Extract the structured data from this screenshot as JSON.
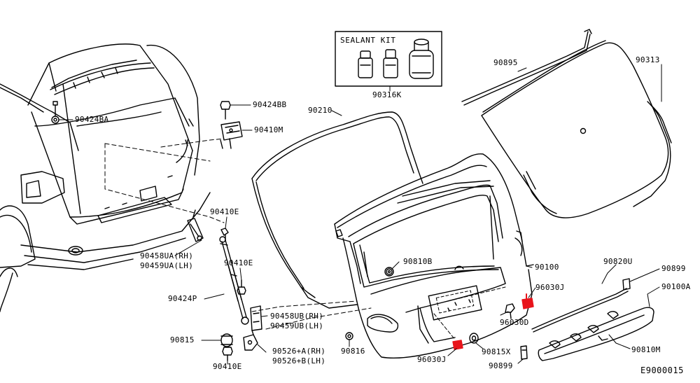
{
  "diagram": {
    "diagram_code": "E9000015",
    "sealant_kit": {
      "title": "SEALANT KIT",
      "part_no": "90316K"
    },
    "highlight_color": "#e8141b",
    "line_color": "#000000",
    "parts": {
      "p90424BB": "90424BB",
      "p90424BA": "90424BA",
      "p90410M": "90410M",
      "p90210": "90210",
      "p90895": "90895",
      "p90313": "90313",
      "p90410E_a": "90410E",
      "p90458UA": "90458UA(RH)",
      "p90459UA": "90459UA(LH)",
      "p90410E_b": "90410E",
      "p90424P": "90424P",
      "p90458UB": "90458UB(RH)",
      "p90459UB": "90459UB(LH)",
      "p90815": "90815",
      "p90410E_c": "90410E",
      "p90526A": "90526+A(RH)",
      "p90526B": "90526+B(LH)",
      "p90816": "90816",
      "p90810B": "90810B",
      "p90100": "90100",
      "p96030J_a": "96030J",
      "p96030D": "96030D",
      "p96030J_b": "96030J",
      "p90815X": "90815X",
      "p90899_a": "90899",
      "p90820U": "90820U",
      "p90899_b": "90899",
      "p90100A": "90100A",
      "p90810M": "90810M"
    }
  }
}
